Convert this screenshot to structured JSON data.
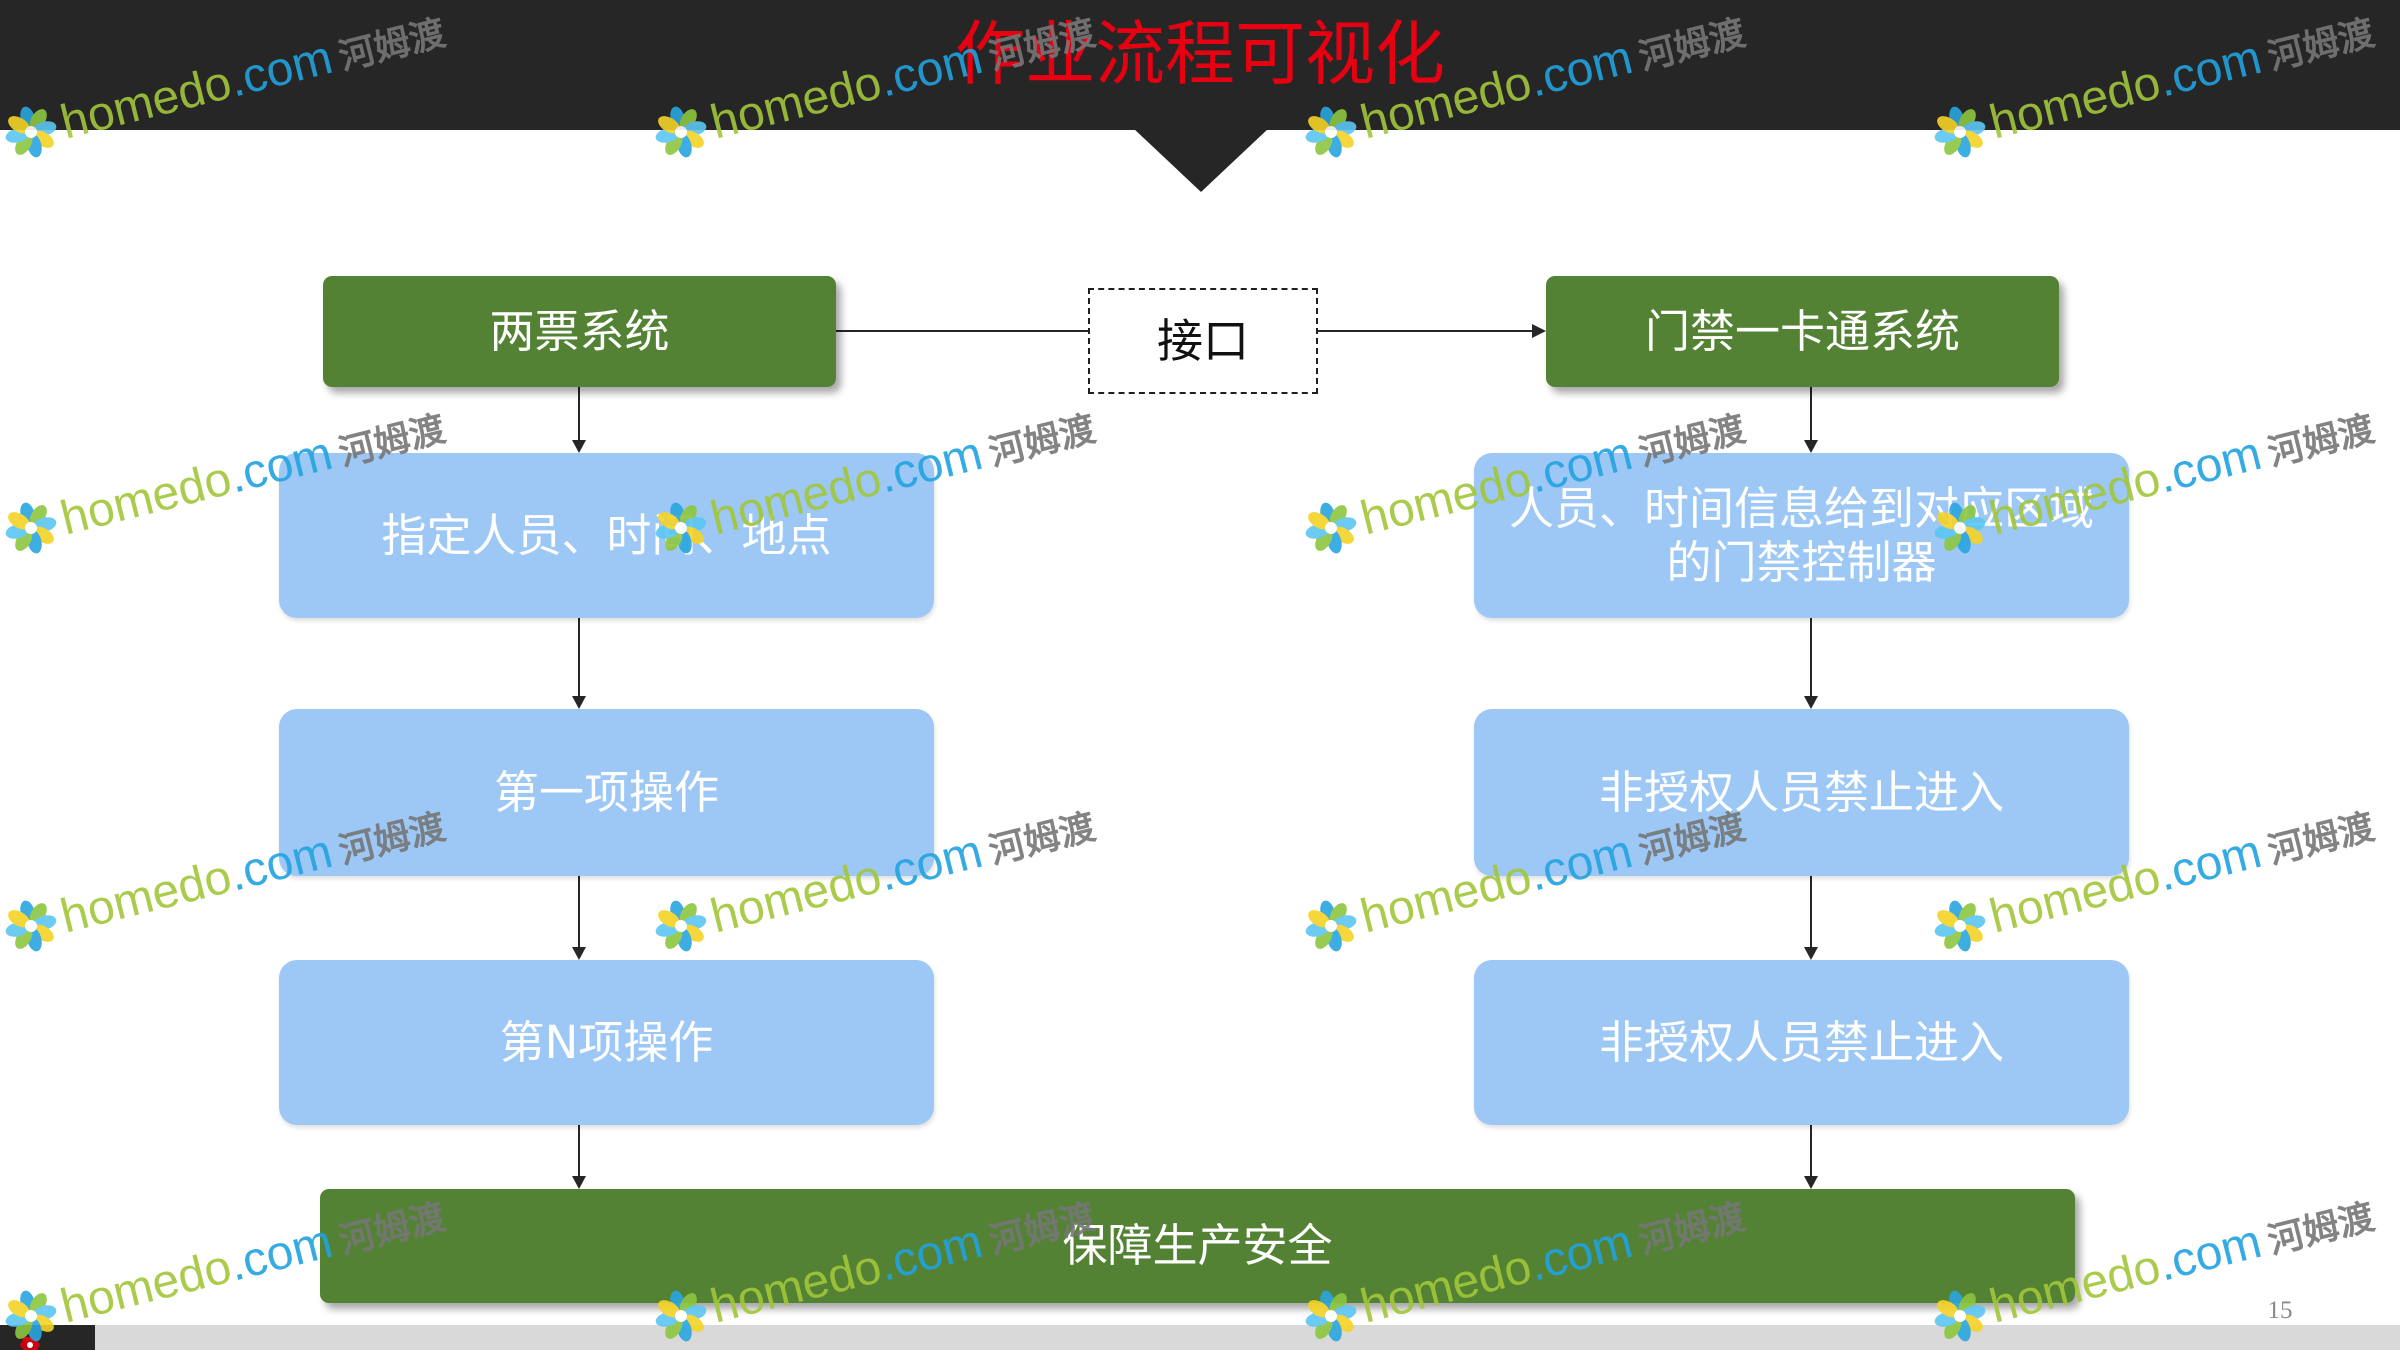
{
  "slide": {
    "title": "作业流程可视化",
    "page_number": "15"
  },
  "flow": {
    "left_system": "两票系统",
    "interface": "接口",
    "right_system": "门禁一卡通系统",
    "left_steps": [
      "指定人员、时间、地点",
      "第一项操作",
      "第N项操作"
    ],
    "right_steps": [
      [
        "人员、时间信息给到对应区域",
        "的门禁控制器"
      ],
      [
        "非授权人员禁止进入"
      ],
      [
        "非授权人员禁止进入"
      ]
    ],
    "result": "保障生产安全"
  },
  "watermark": {
    "brand": "homedo",
    "domain": ".com",
    "name": "河姆渡"
  },
  "icons": {
    "watermark_logo": "flower-logo-icon"
  },
  "colors": {
    "header_bg": "#262626",
    "title": "#e60012",
    "green_box": "#548235",
    "blue_box": "#9dc8f5",
    "connector": "#262626",
    "footer_strip": "#d9d9d9",
    "watermark_brand": "#a2c63a",
    "watermark_domain": "#21a3e0",
    "watermark_name": "#767676"
  }
}
